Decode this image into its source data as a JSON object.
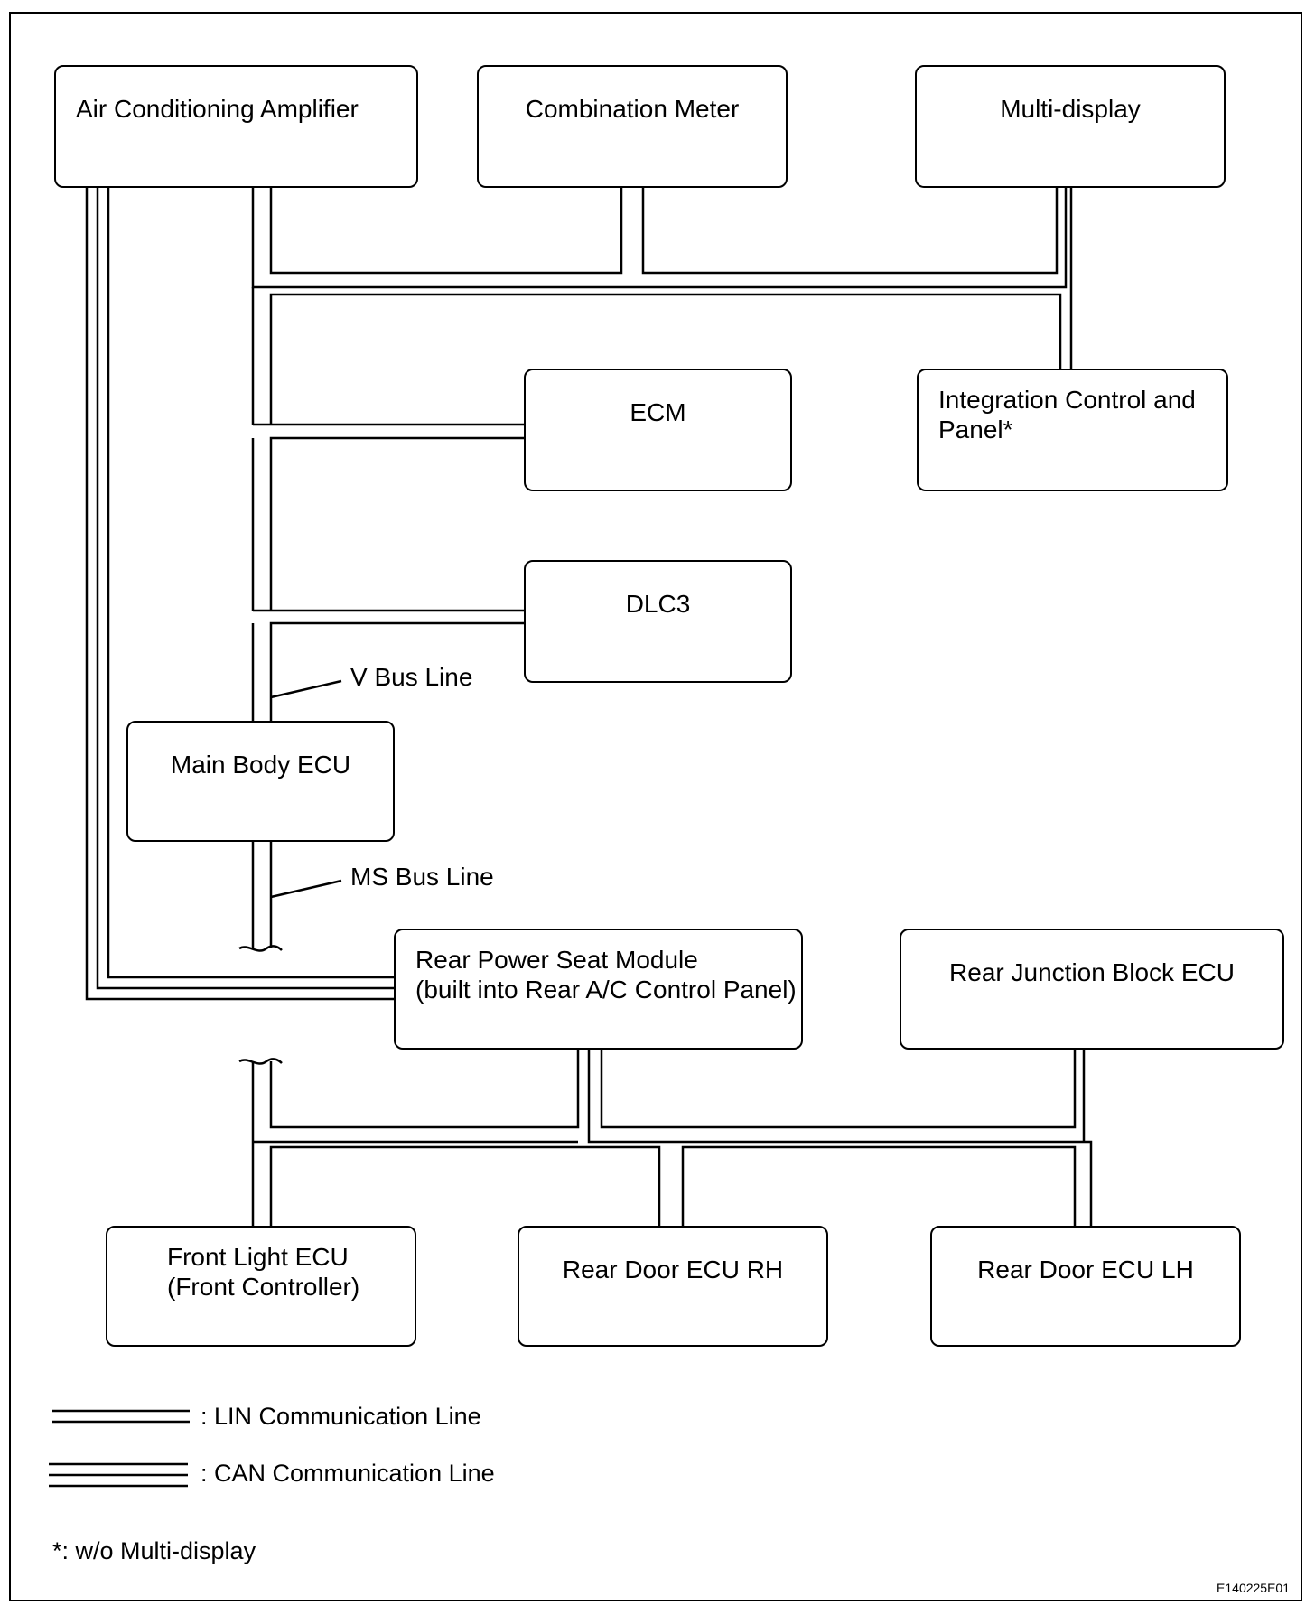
{
  "nodes": {
    "ac_amp": "Air Conditioning Amplifier",
    "combination_meter": "Combination Meter",
    "multi_display": "Multi-display",
    "ecm": "ECM",
    "integration_panel": "Integration Control and\nPanel*",
    "dlc3": "DLC3",
    "main_body_ecu": "Main Body ECU",
    "rear_power_seat": "Rear Power Seat Module\n(built into Rear A/C Control Panel)",
    "rear_junction_block": "Rear Junction Block ECU",
    "front_light_ecu": "Front Light ECU\n(Front Controller)",
    "rear_door_rh": "Rear Door ECU RH",
    "rear_door_lh": "Rear Door ECU LH"
  },
  "bus_labels": {
    "v_bus": "V Bus Line",
    "ms_bus": "MS Bus Line"
  },
  "legend": {
    "lin": ": LIN Communication Line",
    "can": ": CAN Communication Line"
  },
  "footnote": "*: w/o Multi-display",
  "figure_code": "E140225E01"
}
